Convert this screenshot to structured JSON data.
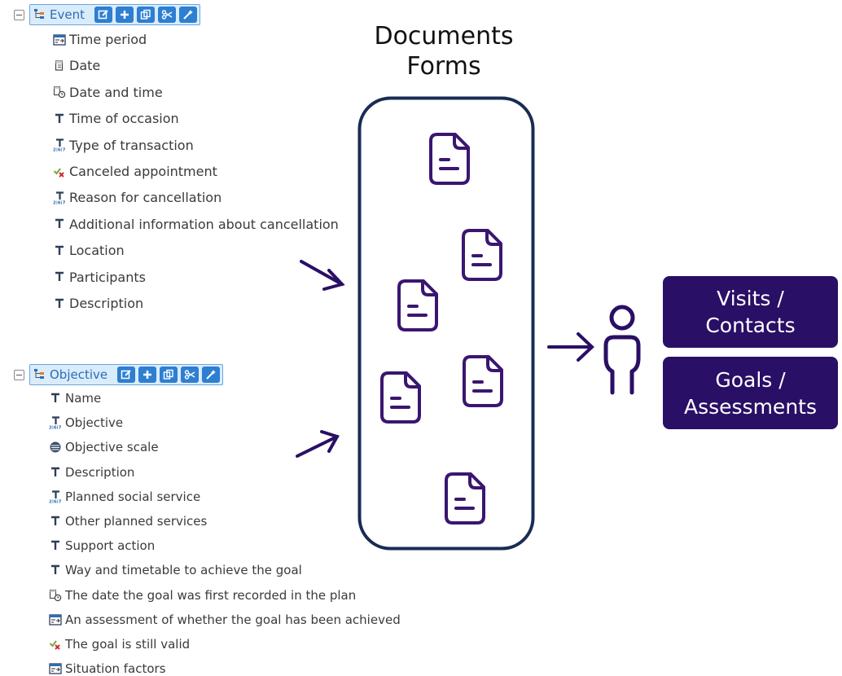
{
  "event": {
    "label": "Event",
    "toolbar_icons": [
      "edit-icon",
      "plus-icon",
      "copy-icon",
      "scissors-icon",
      "magic-wand-icon"
    ],
    "fields": [
      {
        "icon": "time-period-icon",
        "label": "Time period"
      },
      {
        "icon": "date-icon",
        "label": "Date"
      },
      {
        "icon": "datetime-icon",
        "label": "Date and time"
      },
      {
        "icon": "text-icon",
        "label": "Time of occasion"
      },
      {
        "icon": "coded-text-icon",
        "label": "Type of transaction"
      },
      {
        "icon": "boolean-icon",
        "label": "Canceled appointment"
      },
      {
        "icon": "coded-text-icon",
        "label": "Reason for cancellation"
      },
      {
        "icon": "text-icon",
        "label": "Additional information about cancellation"
      },
      {
        "icon": "text-icon",
        "label": "Location"
      },
      {
        "icon": "text-icon",
        "label": "Participants"
      },
      {
        "icon": "text-icon",
        "label": "Description"
      }
    ]
  },
  "objective": {
    "label": "Objective",
    "toolbar_icons": [
      "edit-icon",
      "plus-icon",
      "copy-icon",
      "scissors-icon",
      "magic-wand-icon"
    ],
    "fields": [
      {
        "icon": "text-icon",
        "label": "Name"
      },
      {
        "icon": "coded-text-icon",
        "label": "Objective"
      },
      {
        "icon": "ordinal-scale-icon",
        "label": "Objective scale"
      },
      {
        "icon": "text-icon",
        "label": "Description"
      },
      {
        "icon": "coded-text-icon",
        "label": "Planned social service"
      },
      {
        "icon": "text-icon",
        "label": "Other planned services"
      },
      {
        "icon": "text-icon",
        "label": "Support action"
      },
      {
        "icon": "text-icon",
        "label": "Way and timetable to achieve the goal"
      },
      {
        "icon": "datetime-icon",
        "label": "The date the goal was first recorded in the plan"
      },
      {
        "icon": "time-period-icon",
        "label": "An assessment of whether the goal has been achieved"
      },
      {
        "icon": "boolean-icon",
        "label": "The goal is still valid"
      },
      {
        "icon": "time-period-icon",
        "label": "Situation factors"
      }
    ]
  },
  "documents": {
    "title_line1": "Documents",
    "title_line2": "Forms"
  },
  "outputs": [
    {
      "line1": "Visits /",
      "line2": "Contacts"
    },
    {
      "line1": "Goals /",
      "line2": "Assessments"
    }
  ],
  "colors": {
    "accent_purple": "#2a0f66",
    "document_stroke": "#3a1670",
    "container_stroke": "#1a2c52",
    "tree_chip_bg": "#d9ecfc",
    "tree_chip_text": "#2f6cb3",
    "toolbar_button": "#2e7fd1"
  }
}
